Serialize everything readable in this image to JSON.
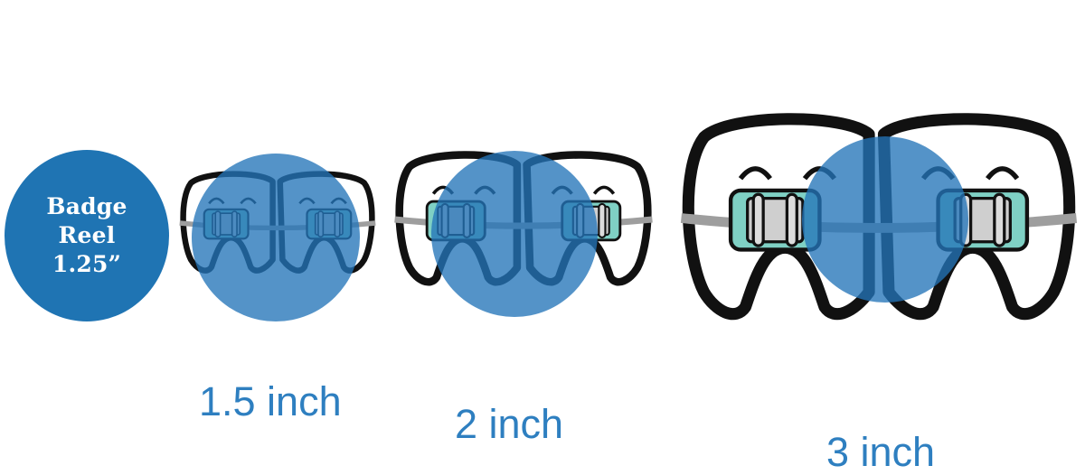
{
  "badge": {
    "lines": [
      "Badge",
      "Reel",
      "1.25”"
    ],
    "color": "#1f74b3"
  },
  "sizes": [
    {
      "label": "1.5 inch"
    },
    {
      "label": "2 inch"
    },
    {
      "label": "3 inch"
    }
  ],
  "colors": {
    "tooth_outline": "#111111",
    "bracket_fill": "#7fd0c4",
    "bracket_pad": "#cfcfcf",
    "wire": "#9e9e9e",
    "overlay_circle": "#2474b8",
    "label_text": "#2e7fc0"
  },
  "icons": {
    "tooth": "tooth-with-braces-icon",
    "overlay": "badge-size-circle"
  }
}
